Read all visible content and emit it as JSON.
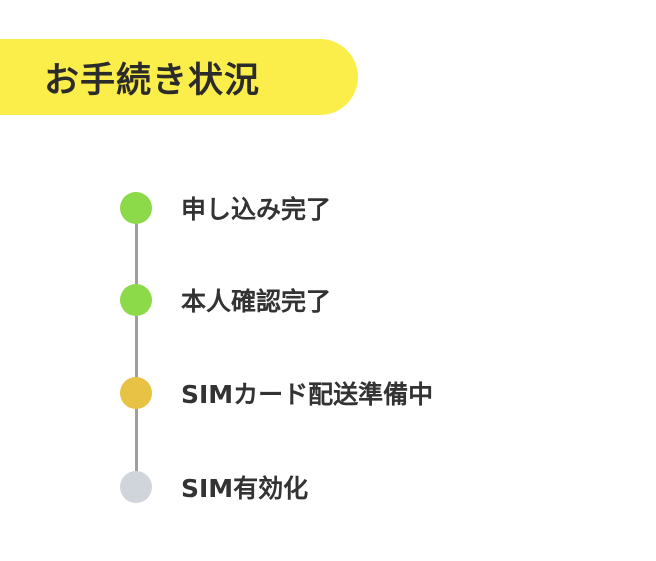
{
  "header": {
    "title": "お手続き状況",
    "banner_color": "#fbed4a"
  },
  "steps": [
    {
      "label": "申し込み完了",
      "status": "completed",
      "color": "#8cd94a"
    },
    {
      "label": "本人確認完了",
      "status": "completed",
      "color": "#8cd94a"
    },
    {
      "label": "SIMカード配送準備中",
      "status": "in-progress",
      "color": "#e8c245"
    },
    {
      "label": "SIM有効化",
      "status": "pending",
      "color": "#d0d5dc"
    }
  ],
  "connector_color": "#9e9e9e"
}
